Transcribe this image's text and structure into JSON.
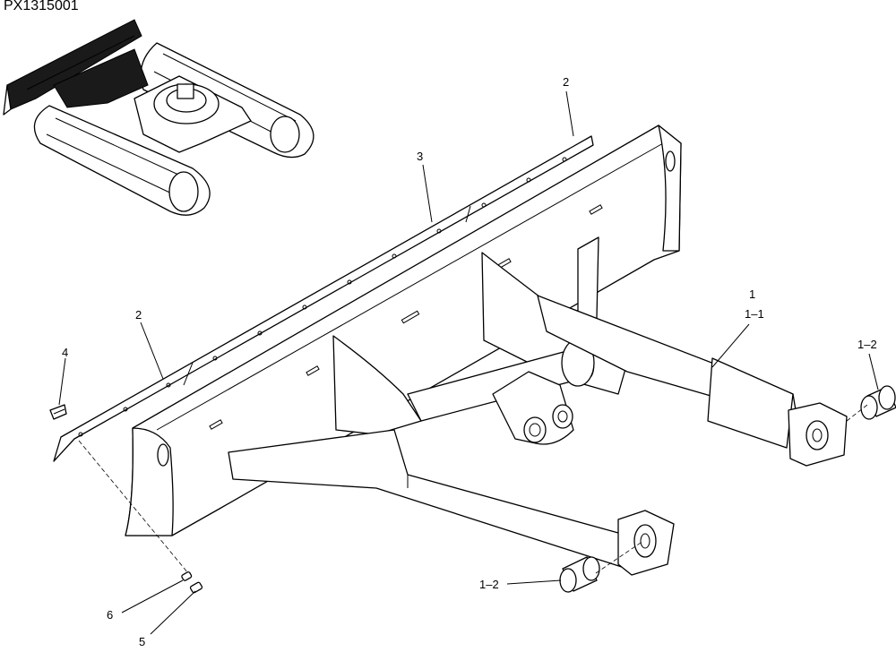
{
  "figure_code": "PX1315001",
  "callouts": [
    {
      "id": "callout-1",
      "text": "1"
    },
    {
      "id": "callout-1-1",
      "text": "1–1"
    },
    {
      "id": "callout-1-2-right",
      "text": "1–2"
    },
    {
      "id": "callout-1-2-bottom",
      "text": "1–2"
    },
    {
      "id": "callout-2-top",
      "text": "2"
    },
    {
      "id": "callout-2-left",
      "text": "2"
    },
    {
      "id": "callout-3",
      "text": "3"
    },
    {
      "id": "callout-4",
      "text": "4"
    },
    {
      "id": "callout-5",
      "text": "5"
    },
    {
      "id": "callout-6",
      "text": "6"
    }
  ]
}
